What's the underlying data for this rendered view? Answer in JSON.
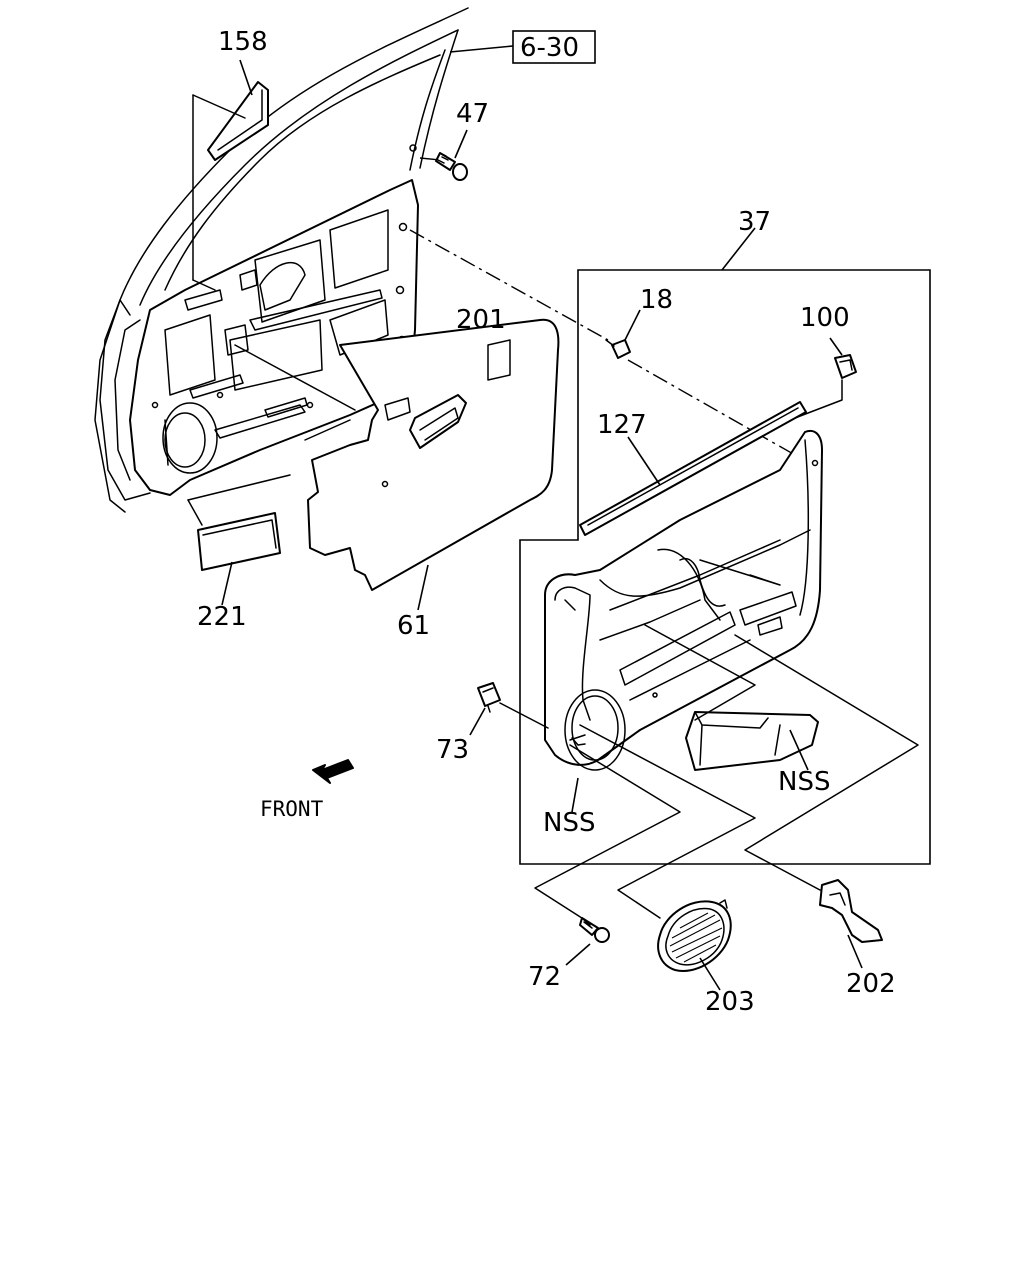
{
  "diagram": {
    "ref_box": "6-30",
    "front_label": "FRONT",
    "callouts": {
      "p158": "158",
      "p47": "47",
      "p37": "37",
      "p18": "18",
      "p100": "100",
      "p201": "201",
      "p127": "127",
      "p221": "221",
      "p61": "61",
      "p73": "73",
      "nss_left": "NSS",
      "nss_right": "NSS",
      "p72": "72",
      "p203": "203",
      "p202": "202"
    }
  }
}
